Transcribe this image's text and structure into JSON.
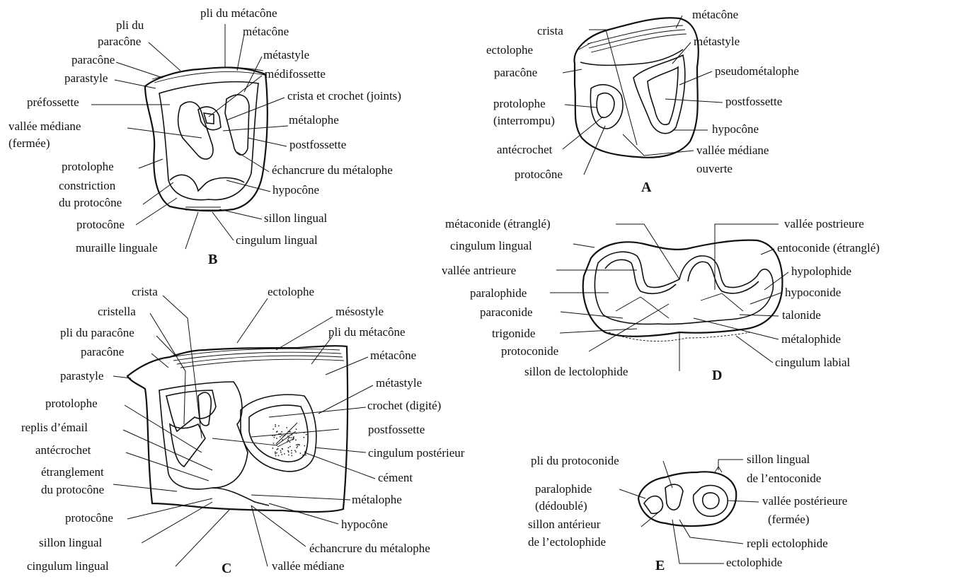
{
  "figures": {
    "A": {
      "letter": "A",
      "labels": {
        "metacone": "métacône",
        "crista": "crista",
        "ectolophe": "ectolophe",
        "metastyle": "métastyle",
        "paracone": "paracône",
        "pseudometalophe": "pseudométalophe",
        "protolophe_1": "protolophe",
        "protolophe_2": "(interrompu)",
        "postfossette": "postfossette",
        "hypocone": "hypocône",
        "antecrochet": "antécrochet",
        "vallee_1": "vallée médiane",
        "vallee_2": "ouverte",
        "protocone": "protocône"
      }
    },
    "B": {
      "letter": "B",
      "labels": {
        "pli_metacone": "pli du métacône",
        "pli_paracone_1": "pli du",
        "pli_paracone_2": "paracône",
        "metacone": "métacône",
        "paracone": "paracône",
        "metastyle": "métastyle",
        "parastyle": "parastyle",
        "medifossette": "médifossette",
        "crista_crochet": "crista et crochet (joints)",
        "prefossette": "préfossette",
        "metalophe": "métalophe",
        "vallee_1": "vallée médiane",
        "vallee_2": "(fermée)",
        "postfossette": "postfossette",
        "protolophe": "protolophe",
        "echancrure": "échancrure du métalophe",
        "constriction_1": "constriction",
        "constriction_2": "du protocône",
        "hypocone": "hypocône",
        "sillon_lingual": "sillon lingual",
        "protocone": "protocône",
        "cingulum_lingual": "cingulum lingual",
        "muraille": "muraille linguale"
      }
    },
    "C": {
      "letter": "C",
      "labels": {
        "crista": "crista",
        "ectolophe": "ectolophe",
        "cristella": "cristella",
        "mesostyle": "mésostyle",
        "pli_paracone": "pli du paracône",
        "pli_metacone": "pli du métacône",
        "paracone": "paracône",
        "metacone": "métacône",
        "parastyle": "parastyle",
        "metastyle": "métastyle",
        "protolophe": "protolophe",
        "crochet": "crochet (digité)",
        "replis": "replis d’émail",
        "postfossette": "postfossette",
        "antecrochet": "antécrochet",
        "cingulum_posterieur": "cingulum postérieur",
        "etranglement_1": "étranglement",
        "etranglement_2": "du protocône",
        "cement": "cément",
        "metalophe": "métalophe",
        "protocone": "protocône",
        "hypocone": "hypocône",
        "sillon_lingual": "sillon lingual",
        "echancrure": "échancrure du métalophe",
        "cingulum_lingual": "cingulum lingual",
        "vallee": "vallée médiane"
      }
    },
    "D": {
      "letter": "D",
      "labels": {
        "metaconide": "métaconide (étranglé)",
        "vallee_post": "vallée  postrieure",
        "cingulum_lingual": "cingulum lingual",
        "entoconide": "entoconide (étranglé)",
        "vallee_ant": "vallée antrieure",
        "hypolophide": "hypolophide",
        "paralophide": "paralophide",
        "hypoconide": "hypoconide",
        "paraconide": "paraconide",
        "talonide": "talonide",
        "trigonide": "trigonide",
        "metalophide": "métalophide",
        "protoconide": "protoconide",
        "cingulum_labial": "cingulum labial",
        "sillon_ecto": "sillon de lectolophide"
      }
    },
    "E": {
      "letter": "E",
      "labels": {
        "pli_protoconide": "pli du protoconide",
        "sillon_lingual_1": "sillon lingual",
        "sillon_lingual_2": "de l’entoconide",
        "paralophide_1": "paralophide",
        "paralophide_2": "(dédoublé)",
        "vallee_1": "vallée postérieure",
        "vallee_2": "(fermée)",
        "sillon_ant_1": "sillon antérieur",
        "sillon_ant_2": "de l’ectolophide",
        "repli": "repli ectolophide",
        "ectolophide": "ectolophide"
      }
    }
  }
}
